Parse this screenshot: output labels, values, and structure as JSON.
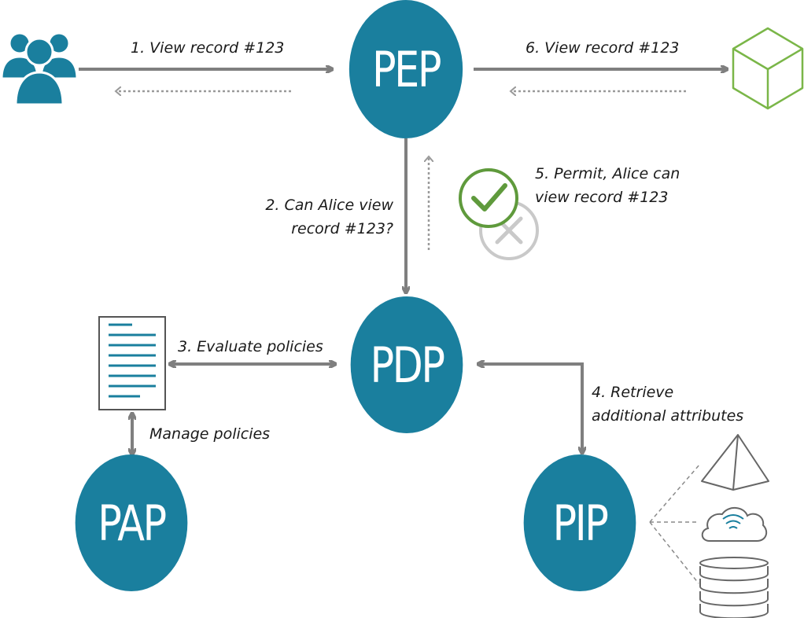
{
  "nodes": {
    "pep": "PEP",
    "pdp": "PDP",
    "pap": "PAP",
    "pip": "PIP"
  },
  "labels": {
    "step1": "1. View record #123",
    "step2_line1": "2. Can Alice view",
    "step2_line2": "record #123?",
    "step3": "3. Evaluate policies",
    "step4_line1": "4. Retrieve",
    "step4_line2": "additional attributes",
    "step5_line1": "5. Permit, Alice can",
    "step5_line2": "view record #123",
    "step6": "6. View record #123",
    "manage": "Manage policies"
  },
  "icons": {
    "user": "users-group-icon",
    "resource": "cube-icon",
    "policy": "document-icon",
    "permit": "checkmark-circle-icon",
    "deny": "x-circle-icon",
    "pyramid": "pyramid-icon",
    "cloud": "cloud-icon",
    "database": "database-icon"
  },
  "colors": {
    "node": "#1a7f9e",
    "arrow": "#7f7f7f",
    "resource": "#7ab648",
    "permit": "#5f9a3c",
    "deny": "#c9c9c9"
  }
}
